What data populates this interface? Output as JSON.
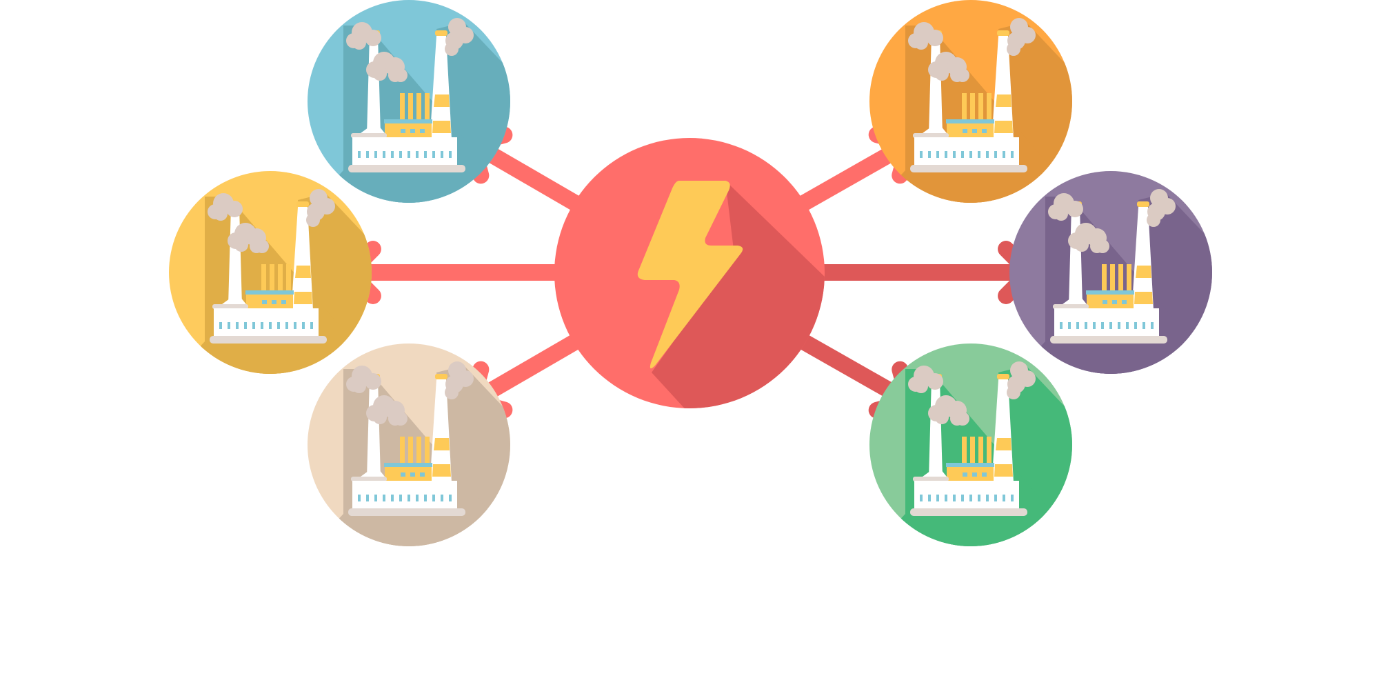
{
  "hub": {
    "icon": "lightning-bolt-icon",
    "color": "#FF6E6A",
    "shadow": "#DE5858",
    "bolt_color": "#FECA57"
  },
  "arrow_color": "#FF6E6A",
  "arrow_shadow_color": "#DE5858",
  "factory_nodes": [
    {
      "id": "top-left",
      "icon": "factory-icon",
      "color": "#7FC7D8",
      "shadow": "#67AEBB"
    },
    {
      "id": "mid-left",
      "icon": "factory-icon",
      "color": "#FECB5D",
      "shadow": "#E0AE47"
    },
    {
      "id": "bottom-left",
      "icon": "factory-icon",
      "color": "#F0D9C0",
      "shadow": "#CDB8A3"
    },
    {
      "id": "top-right",
      "icon": "factory-icon",
      "color": "#FFA843",
      "shadow": "#E1953A"
    },
    {
      "id": "mid-right",
      "icon": "factory-icon",
      "color": "#8E7A9F",
      "shadow": "#79648C"
    },
    {
      "id": "bottom-right",
      "icon": "factory-icon",
      "color": "#88CB9A",
      "shadow": "#45B979"
    }
  ],
  "factory_palette": {
    "smoke": "#DBCBC3",
    "chimney": "#FFFFFF",
    "stripe": "#FECA57",
    "window": "#7FC7D8",
    "base": "#E3D9D3"
  }
}
